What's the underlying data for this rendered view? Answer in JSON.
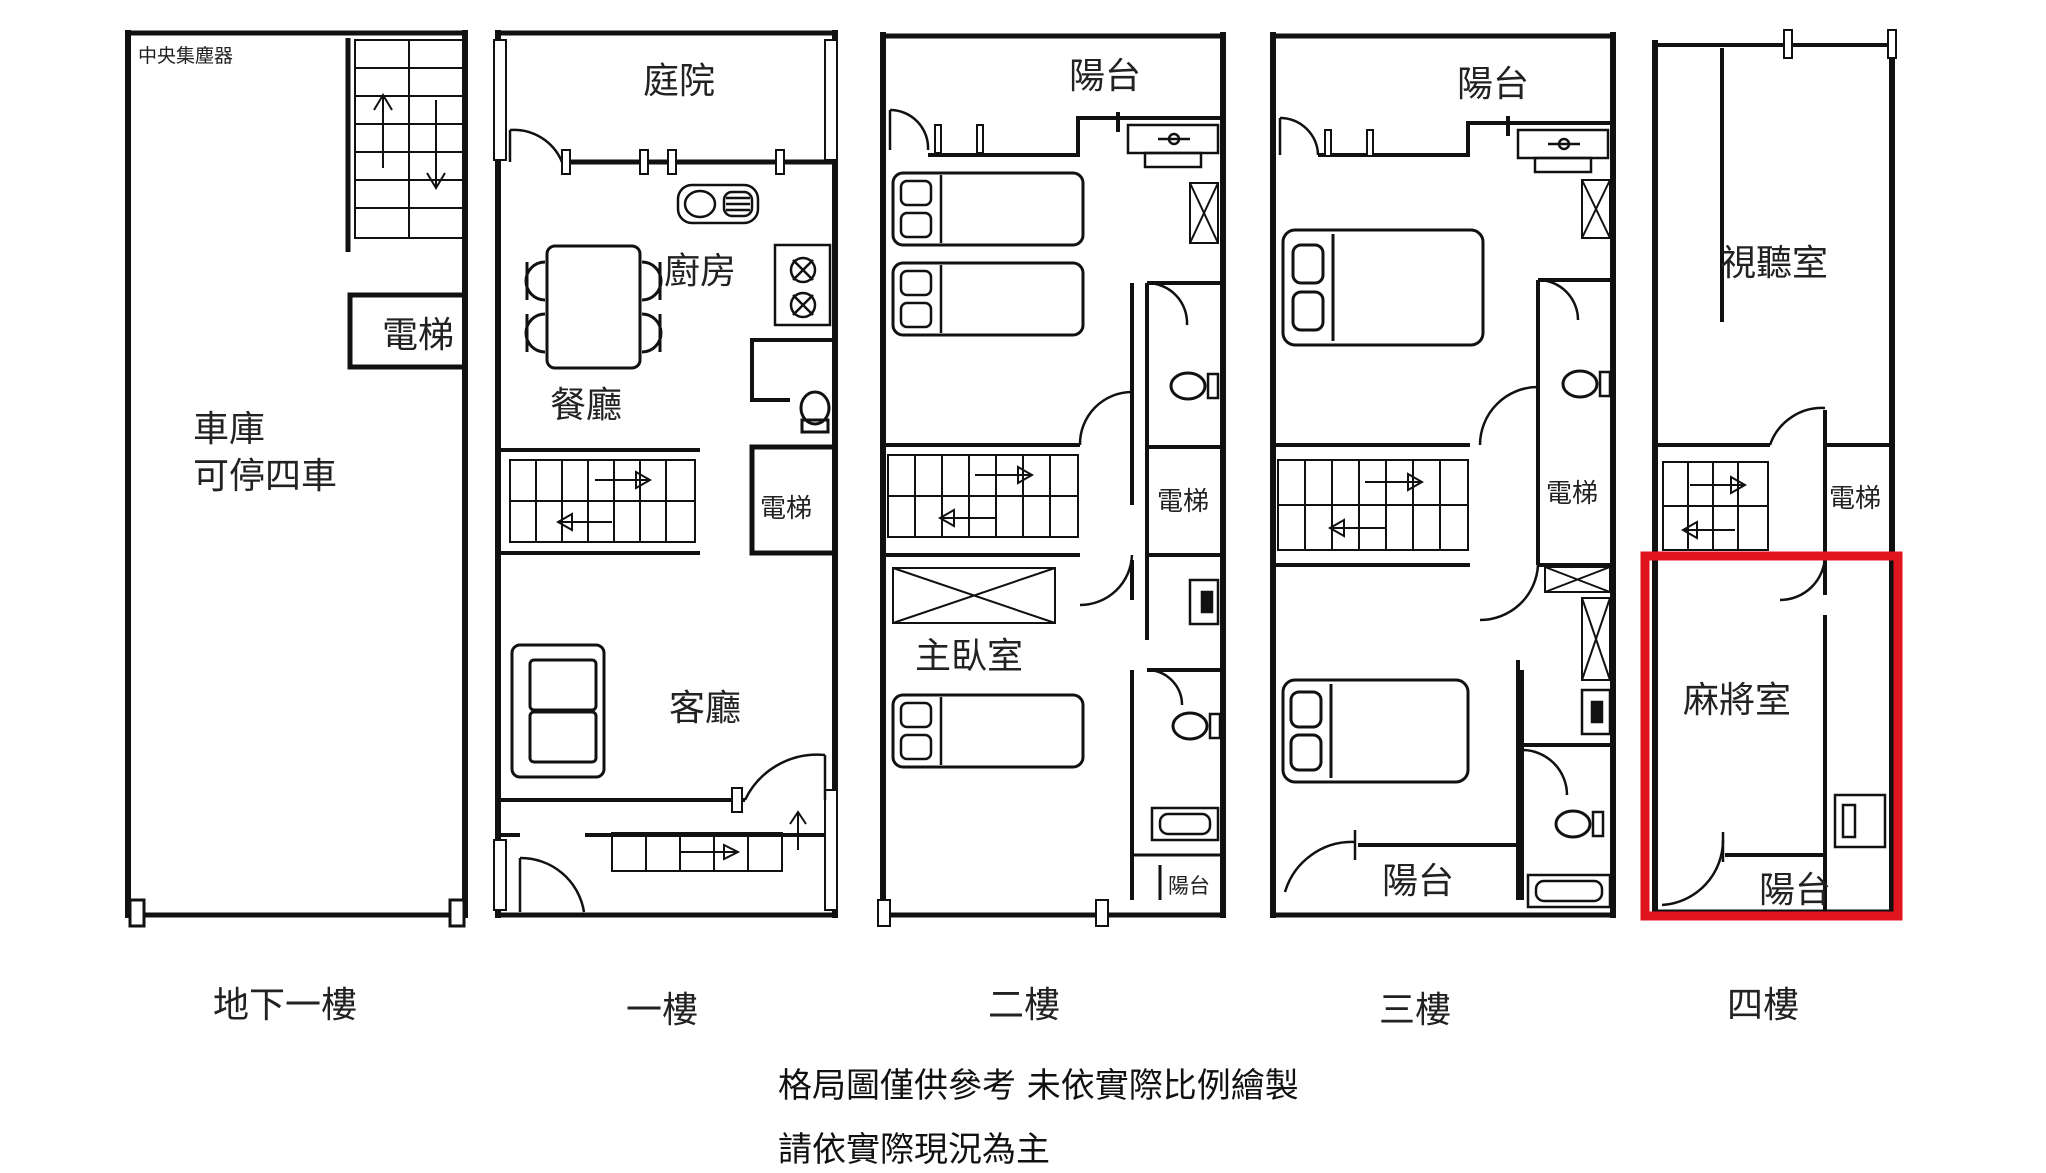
{
  "floors": {
    "b1": {
      "label": "地下一樓",
      "rooms": {
        "dust": "中央集塵器",
        "elevator": "電梯",
        "garage_1": "車庫",
        "garage_2": "可停四車"
      }
    },
    "f1": {
      "label": "一樓",
      "rooms": {
        "yard": "庭院",
        "kitchen": "廚房",
        "dining": "餐廳",
        "elevator": "電梯",
        "living": "客廳"
      }
    },
    "f2": {
      "label": "二樓",
      "rooms": {
        "balcony": "陽台",
        "elevator": "電梯",
        "master": "主臥室",
        "small_balcony": "陽台"
      }
    },
    "f3": {
      "label": "三樓",
      "rooms": {
        "balcony_top": "陽台",
        "elevator": "電梯",
        "balcony_bottom": "陽台"
      }
    },
    "f4": {
      "label": "四樓",
      "rooms": {
        "av_room": "視聽室",
        "elevator": "電梯",
        "mahjong": "麻將室",
        "balcony": "陽台"
      }
    }
  },
  "highlight_color": "#e0141e",
  "notes": {
    "line1": "格局圖僅供參考 未依實際比例繪製",
    "line2": "請依實際現況為主"
  }
}
